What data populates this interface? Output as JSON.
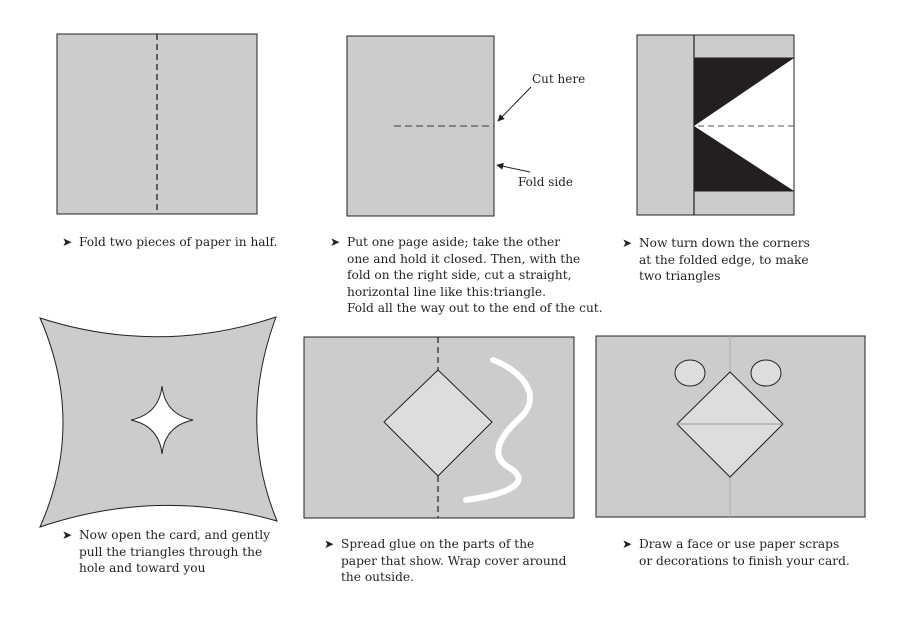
{
  "colors": {
    "paper": "#cccccc",
    "card_inner": "#dddddd",
    "outline": "#231f20",
    "triangle_fill": "#231f20",
    "glue": "#ffffff"
  },
  "icons": {
    "bullet": "bullet-arrow-icon",
    "arrow_glyph": "➤"
  },
  "callouts": {
    "cut_here": "Cut here",
    "fold_side": "Fold side"
  },
  "steps": [
    {
      "lines": [
        "Fold two pieces of paper in half."
      ]
    },
    {
      "lines": [
        "Put one page aside; take the other",
        "one and hold it closed.  Then, with the",
        "fold on the right side, cut a straight,",
        "horizontal line like this:triangle.",
        "Fold all the way out to the end of the cut."
      ]
    },
    {
      "lines": [
        "Now turn down the corners",
        "at the folded edge, to make",
        "two triangles"
      ]
    },
    {
      "lines": [
        "Now open the card, and gently",
        "pull the triangles through the",
        "hole and toward you"
      ]
    },
    {
      "lines": [
        "Spread glue on the parts of the",
        "paper that show.  Wrap cover around",
        "the outside."
      ]
    },
    {
      "lines": [
        "Draw a face or use paper scraps",
        "or decorations to finish your card."
      ]
    }
  ]
}
